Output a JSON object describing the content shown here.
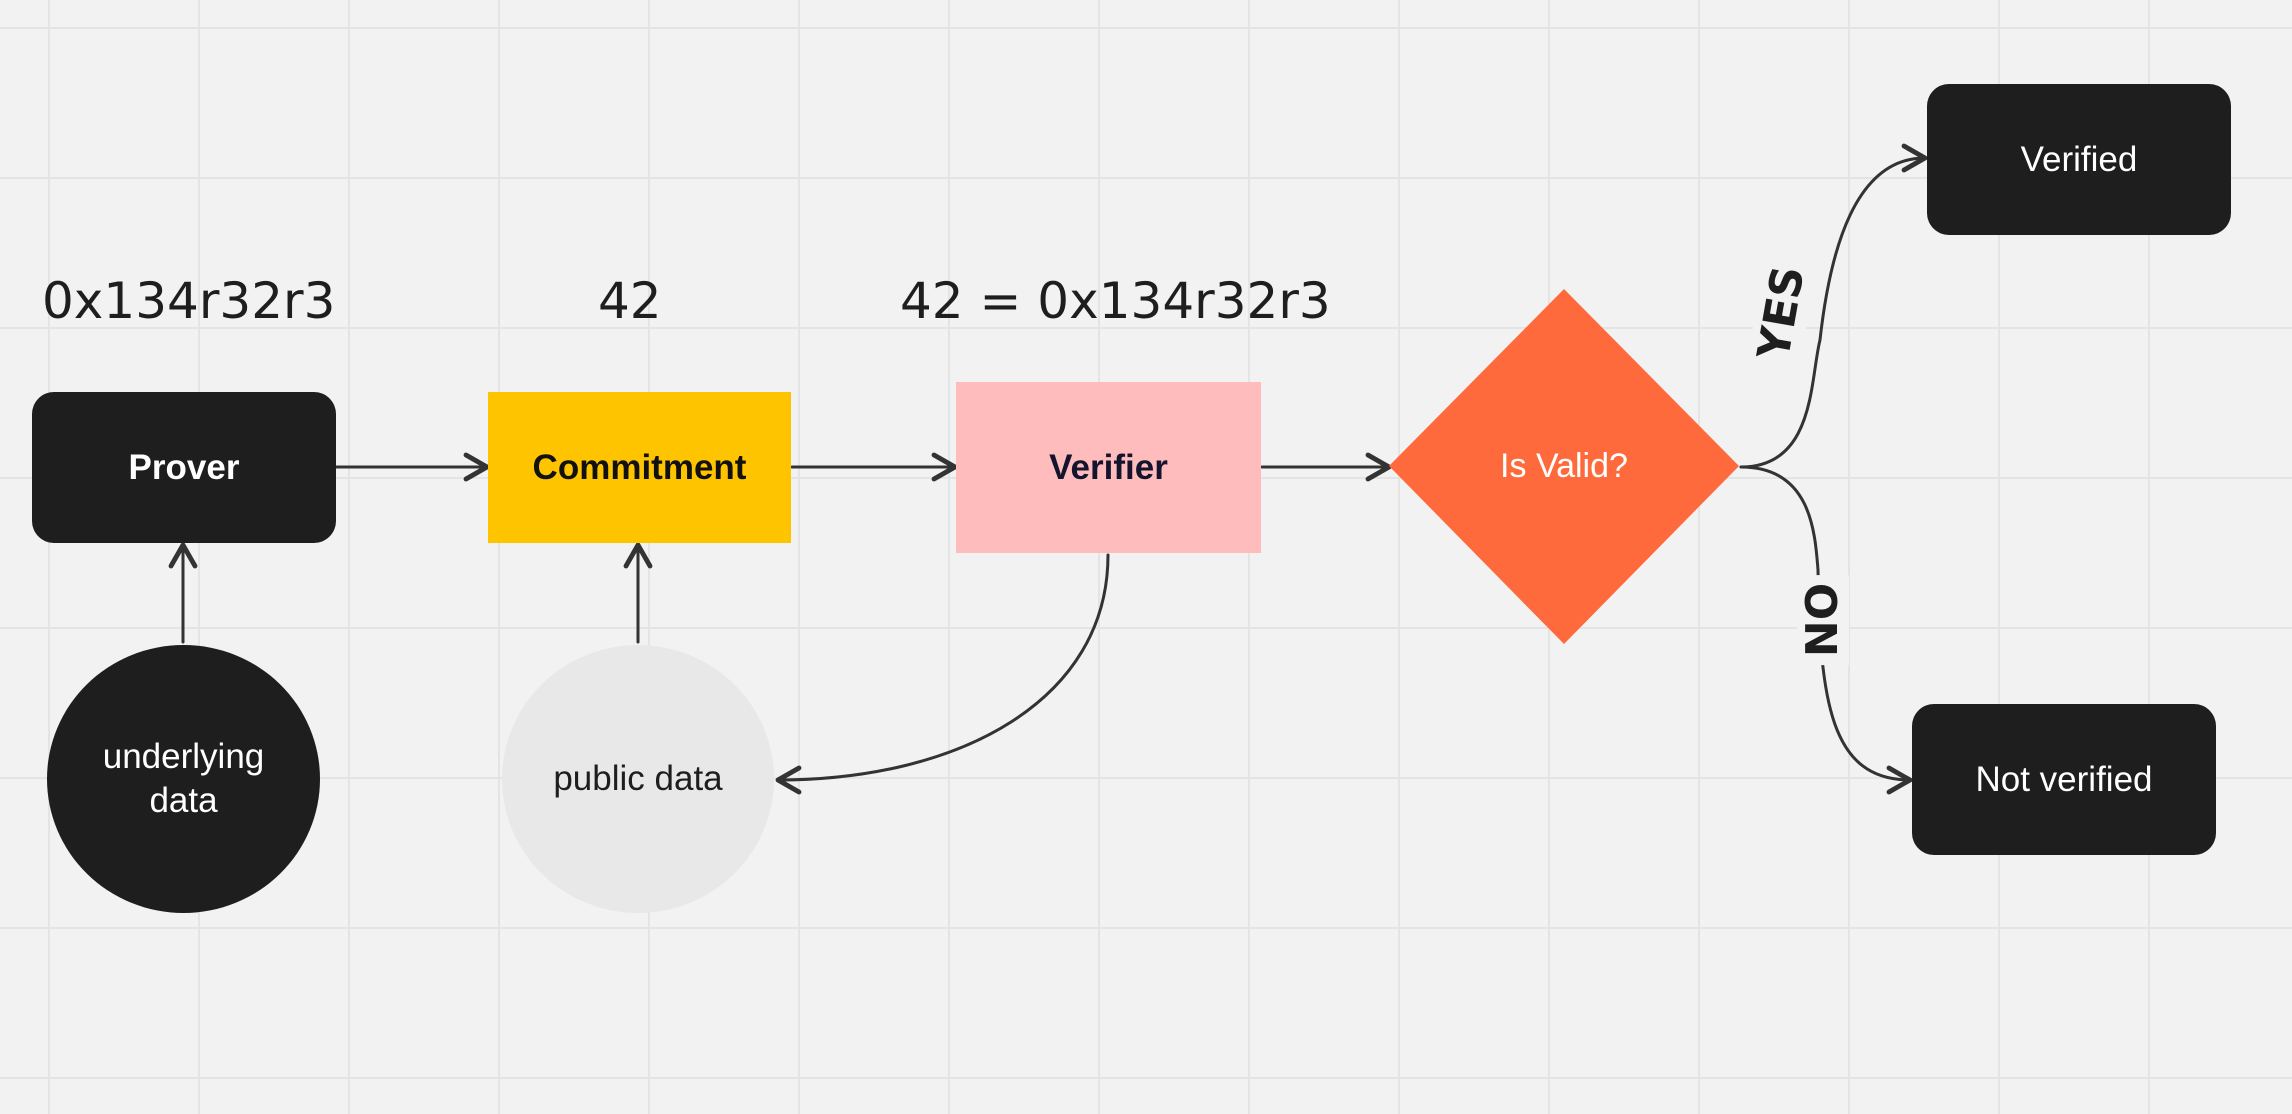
{
  "values": {
    "prover_value": "0x134r32r3",
    "commitment_value": "42",
    "verifier_value": "42 = 0x134r32r3"
  },
  "nodes": {
    "prover": "Prover",
    "commitment": "Commitment",
    "verifier": "Verifier",
    "decision": "Is Valid?",
    "verified": "Verified",
    "not_verified": "Not verified",
    "underlying_data": "underlying data",
    "public_data": "public data"
  },
  "branches": {
    "yes": "YES",
    "no": "NO"
  },
  "colors": {
    "dark": "#1e1e1e",
    "commitment": "#ffc400",
    "verifier": "#ffbcbc",
    "decision": "#ff6a3d",
    "public_data": "#e8e8e8",
    "canvas": "#f2f2f2"
  }
}
